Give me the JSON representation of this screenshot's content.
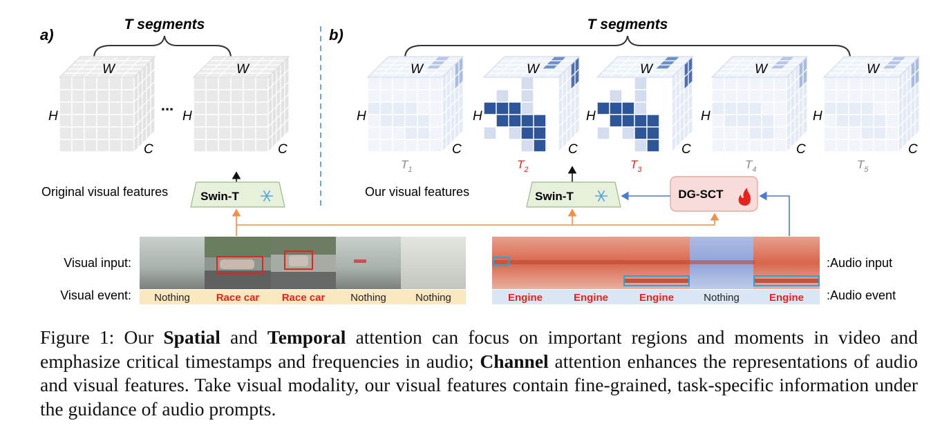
{
  "panel_a": {
    "label": "a)",
    "segments_label": "T segments",
    "ellipsis": "...",
    "axis_w": "W",
    "axis_h": "H",
    "axis_c": "C",
    "caption_label": "Original visual features",
    "encoder": "Swin-T",
    "encoder_icon": "snowflake-icon"
  },
  "panel_b": {
    "label": "b)",
    "segments_label": "T segments",
    "axis_w": "W",
    "axis_h": "H",
    "axis_c": "C",
    "caption_label": "Our visual features",
    "encoder": "Swin-T",
    "encoder_icon": "snowflake-icon",
    "adapter": "DG-SCT",
    "adapter_icon": "fire-icon",
    "segments": [
      {
        "name": "T",
        "sub": "1",
        "color": "#888888"
      },
      {
        "name": "T",
        "sub": "2",
        "color": "#e8221b"
      },
      {
        "name": "T",
        "sub": "3",
        "color": "#e8221b"
      },
      {
        "name": "T",
        "sub": "4",
        "color": "#888888"
      },
      {
        "name": "T",
        "sub": "5",
        "color": "#888888"
      }
    ]
  },
  "visual": {
    "input_label": "Visual input:",
    "event_label": "Visual event:",
    "events": [
      {
        "text": "Nothing",
        "highlight": false
      },
      {
        "text": "Race car",
        "highlight": true
      },
      {
        "text": "Race car",
        "highlight": true
      },
      {
        "text": "Nothing",
        "highlight": false
      },
      {
        "text": "Nothing",
        "highlight": false
      }
    ]
  },
  "audio": {
    "input_label": ":Audio input",
    "event_label": ":Audio event",
    "events": [
      {
        "text": "Engine",
        "highlight": true
      },
      {
        "text": "Engine",
        "highlight": true
      },
      {
        "text": "Engine",
        "highlight": true
      },
      {
        "text": "Nothing",
        "highlight": false
      },
      {
        "text": "Engine",
        "highlight": true
      }
    ]
  },
  "colors": {
    "arrow_orange": "#f0914a",
    "arrow_blue": "#4a7bd0",
    "highlight_red": "#e8221b",
    "cube_blue_dark": "#2e5597",
    "swin_fill": "#e6f0db",
    "dgsct_fill": "#f8dcd9",
    "visual_event_bg": "#fbe7c0",
    "audio_event_bg": "#dbe6f4"
  },
  "caption": {
    "prefix": "Figure 1: Our ",
    "bold1": "Spatial",
    "mid1": " and ",
    "bold2": "Temporal",
    "mid2": " attention can focus on important regions and moments in video and emphasize critical timestamps and frequencies in audio; ",
    "bold3": "Channel",
    "mid3": " attention enhances the representations of audio and visual features. Take visual modality, our visual features contain fine-grained, task-specific information under the guidance of audio prompts."
  }
}
